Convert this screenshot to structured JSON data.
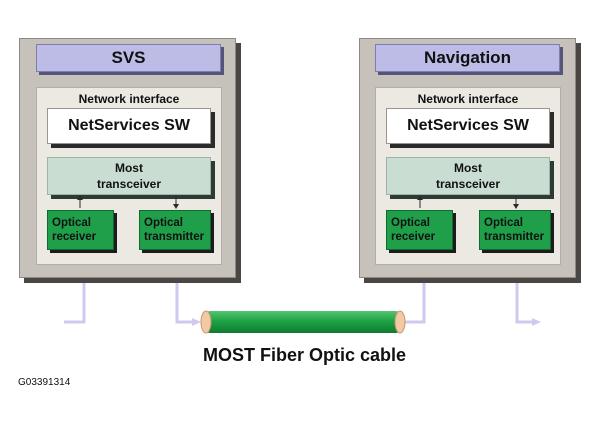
{
  "units": [
    {
      "title": "SVS",
      "interface_label": "Network interface",
      "software_label": "NetServices SW",
      "transceiver_label": "Most\ntransceiver",
      "receiver_label": "Optical\nreceiver",
      "transmitter_label": "Optical\ntransmitter"
    },
    {
      "title": "Navigation",
      "interface_label": "Network interface",
      "software_label": "NetServices SW",
      "transceiver_label": "Most\ntransceiver",
      "receiver_label": "Optical\nreceiver",
      "transmitter_label": "Optical\ntransmitter"
    }
  ],
  "cable_label": "MOST Fiber Optic cable",
  "figure_code": "G03391314",
  "colors": {
    "unit_bg": "#c7c1bc",
    "title_bg": "#bcbce6",
    "optical_green": "#1f9f4a",
    "cable_green": "#1fa346",
    "cable_end": "#f3c9a3",
    "signal_line": "#d2c8ef"
  }
}
